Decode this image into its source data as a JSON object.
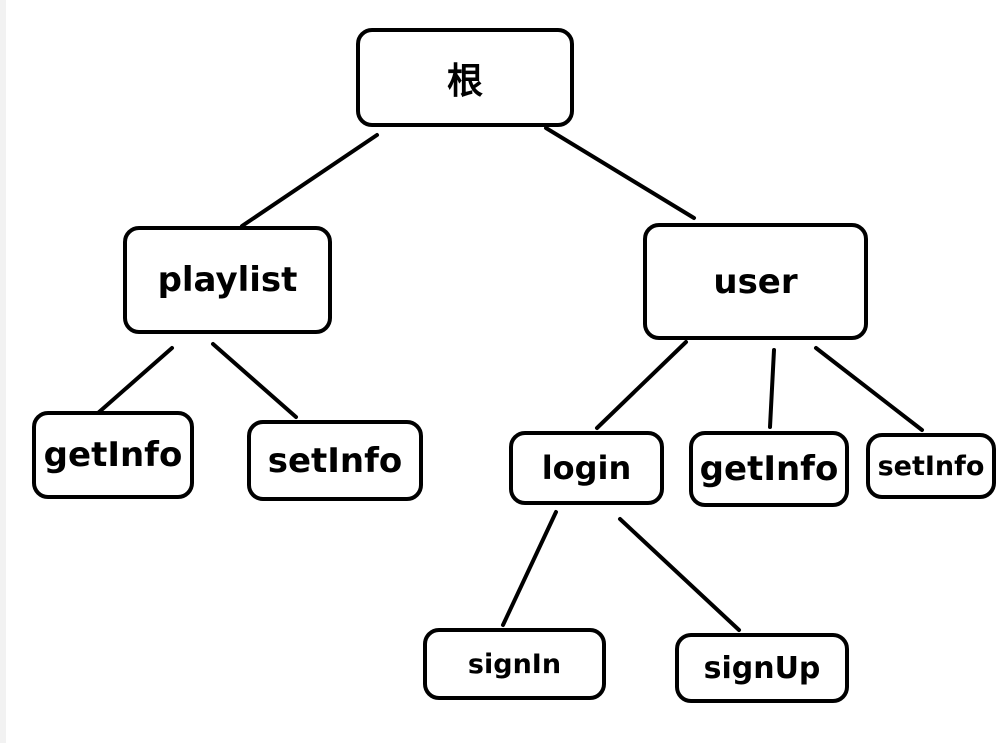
{
  "diagram": {
    "nodes": {
      "root": "根",
      "playlist": "playlist",
      "playlist_getinfo": "getInfo",
      "playlist_setinfo": "setInfo",
      "user": "user",
      "login": "login",
      "user_getinfo": "getInfo",
      "user_setinfo": "setInfo",
      "signin": "signIn",
      "signup": "signUp"
    },
    "edges": [
      [
        "root",
        "playlist"
      ],
      [
        "root",
        "user"
      ],
      [
        "playlist",
        "playlist_getinfo"
      ],
      [
        "playlist",
        "playlist_setinfo"
      ],
      [
        "user",
        "login"
      ],
      [
        "user",
        "user_getinfo"
      ],
      [
        "user",
        "user_setinfo"
      ],
      [
        "login",
        "signin"
      ],
      [
        "login",
        "signup"
      ]
    ]
  }
}
